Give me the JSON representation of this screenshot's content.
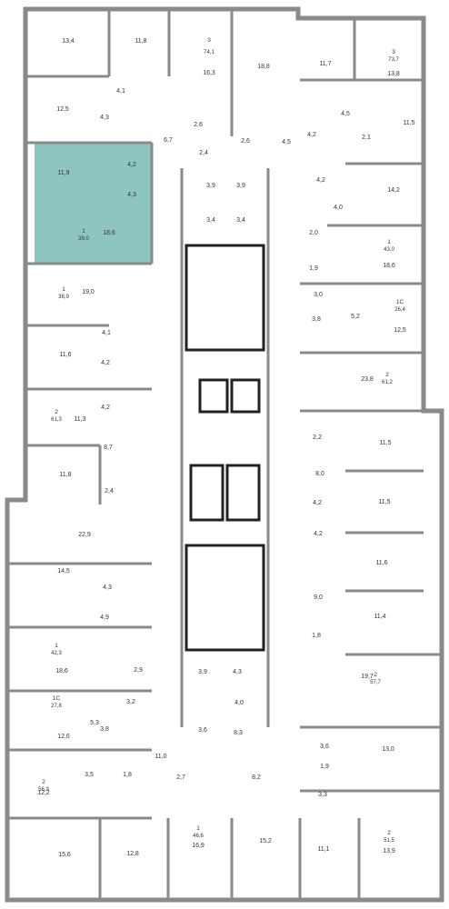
{
  "colors": {
    "wall": "#8a8a8a",
    "wall_dark": "#333333",
    "highlight": "#8fc5c1",
    "text": "#333333"
  },
  "highlighted_apartment": {
    "rooms": "1",
    "area": "39,0",
    "living_room_area": "18,6",
    "bedroom_area": "11,9",
    "bath_area": "4,2",
    "hall_area": "4,3"
  },
  "apartments": [
    {
      "rooms": "3",
      "area": "74,1"
    },
    {
      "rooms": "3",
      "area": "73,7"
    },
    {
      "rooms": "1",
      "area": "43,0"
    },
    {
      "rooms": "1",
      "area": "38,9"
    },
    {
      "rooms": "1С",
      "area": "26,4"
    },
    {
      "rooms": "2",
      "area": "61,2"
    },
    {
      "rooms": "2",
      "area": "61,3"
    },
    {
      "rooms": "2",
      "area": "57,7"
    },
    {
      "rooms": "1",
      "area": "42,3"
    },
    {
      "rooms": "1С",
      "area": "27,8"
    },
    {
      "rooms": "2",
      "area": "56,9"
    },
    {
      "rooms": "2",
      "area": "51,5"
    },
    {
      "rooms": "1",
      "area": "46,6"
    }
  ],
  "room_labels": [
    "13,4",
    "11,8",
    "16,3",
    "18,8",
    "11,7",
    "13,8",
    "4,1",
    "12,5",
    "4,3",
    "6,7",
    "2,6",
    "2,4",
    "2,6",
    "4,5",
    "4,5",
    "4,2",
    "2,1",
    "11,5",
    "3,9",
    "3,9",
    "4,2",
    "14,2",
    "3,4",
    "3,4",
    "4,0",
    "2,0",
    "18,6",
    "1,9",
    "19,0",
    "3,0",
    "5,2",
    "3,8",
    "12,5",
    "4,1",
    "11,6",
    "4,2",
    "23,8",
    "4,2",
    "11,3",
    "2,2",
    "11,5",
    "8,7",
    "8,0",
    "11,8",
    "2,4",
    "4,2",
    "11,5",
    "22,9",
    "4,2",
    "11,6",
    "14,5",
    "4,3",
    "9,0",
    "4,9",
    "11,4",
    "1,8",
    "18,6",
    "2,9",
    "3,9",
    "4,3",
    "4,0",
    "19,7",
    "3,2",
    "5,3",
    "12,6",
    "3,8",
    "3,6",
    "8,3",
    "3,6",
    "1,9",
    "13,0",
    "11,0",
    "3,5",
    "1,8",
    "12,2",
    "3,3",
    "2,7",
    "8,2",
    "15,6",
    "12,8",
    "16,9",
    "15,2",
    "11,1",
    "13,9"
  ]
}
